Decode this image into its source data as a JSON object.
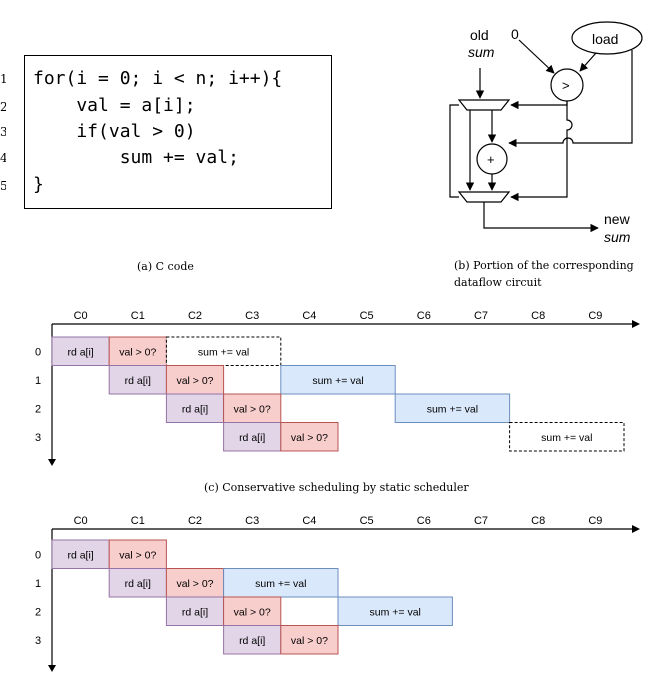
{
  "code": {
    "line_numbers": [
      "1",
      "2",
      "3",
      "4",
      "5"
    ],
    "lines": [
      "for(i = 0; i < n; i++){",
      "    val = a[i];",
      "    if(val > 0)",
      "        sum += val;",
      "}"
    ]
  },
  "captions": {
    "a": "(a) C code",
    "b_line1": "(b) Portion of the corresponding",
    "b_line2": "dataflow circuit",
    "c": "(c) Conservative scheduling by static scheduler"
  },
  "circuit": {
    "old_label": "old",
    "old_sum": "sum",
    "zero": "0",
    "load": "load",
    "compare": ">",
    "plus": "+",
    "new_label": "new",
    "new_sum": "sum"
  },
  "schedule_top": {
    "cycles": [
      "C0",
      "C1",
      "C2",
      "C3",
      "C4",
      "C5",
      "C6",
      "C7",
      "C8",
      "C9"
    ],
    "rows": [
      "0",
      "1",
      "2",
      "3"
    ],
    "ops": [
      {
        "row": 0,
        "start": 0,
        "len": 1,
        "label": "rd a[i]",
        "kind": "read"
      },
      {
        "row": 0,
        "start": 1,
        "len": 1,
        "label": "val > 0?",
        "kind": "cmp"
      },
      {
        "row": 0,
        "start": 2,
        "len": 2,
        "label": "sum += val",
        "kind": "skip"
      },
      {
        "row": 1,
        "start": 1,
        "len": 1,
        "label": "rd a[i]",
        "kind": "read"
      },
      {
        "row": 1,
        "start": 2,
        "len": 1,
        "label": "val > 0?",
        "kind": "cmp"
      },
      {
        "row": 1,
        "start": 4,
        "len": 2,
        "label": "sum += val",
        "kind": "add"
      },
      {
        "row": 2,
        "start": 2,
        "len": 1,
        "label": "rd a[i]",
        "kind": "read"
      },
      {
        "row": 2,
        "start": 3,
        "len": 1,
        "label": "val > 0?",
        "kind": "cmp"
      },
      {
        "row": 2,
        "start": 6,
        "len": 2,
        "label": "sum += val",
        "kind": "add"
      },
      {
        "row": 3,
        "start": 3,
        "len": 1,
        "label": "rd a[i]",
        "kind": "read"
      },
      {
        "row": 3,
        "start": 4,
        "len": 1,
        "label": "val > 0?",
        "kind": "cmp"
      },
      {
        "row": 3,
        "start": 8,
        "len": 2,
        "label": "sum += val",
        "kind": "skip"
      }
    ]
  },
  "schedule_bottom": {
    "cycles": [
      "C0",
      "C1",
      "C2",
      "C3",
      "C4",
      "C5",
      "C6",
      "C7",
      "C8",
      "C9"
    ],
    "rows": [
      "0",
      "1",
      "2",
      "3"
    ],
    "ops": [
      {
        "row": 0,
        "start": 0,
        "len": 1,
        "label": "rd a[i]",
        "kind": "read"
      },
      {
        "row": 0,
        "start": 1,
        "len": 1,
        "label": "val > 0?",
        "kind": "cmp"
      },
      {
        "row": 1,
        "start": 1,
        "len": 1,
        "label": "rd a[i]",
        "kind": "read"
      },
      {
        "row": 1,
        "start": 2,
        "len": 1,
        "label": "val > 0?",
        "kind": "cmp"
      },
      {
        "row": 1,
        "start": 3,
        "len": 2,
        "label": "sum += val",
        "kind": "add"
      },
      {
        "row": 2,
        "start": 2,
        "len": 1,
        "label": "rd a[i]",
        "kind": "read"
      },
      {
        "row": 2,
        "start": 3,
        "len": 1,
        "label": "val > 0?",
        "kind": "cmp"
      },
      {
        "row": 2,
        "start": 5,
        "len": 2,
        "label": "sum += val",
        "kind": "add"
      },
      {
        "row": 3,
        "start": 3,
        "len": 1,
        "label": "rd a[i]",
        "kind": "read"
      },
      {
        "row": 3,
        "start": 4,
        "len": 1,
        "label": "val > 0?",
        "kind": "cmp"
      }
    ]
  },
  "colors": {
    "read_fill": "#e1d5e7",
    "read_stroke": "#9673a6",
    "cmp_fill": "#f8cecc",
    "cmp_stroke": "#b85450",
    "add_fill": "#dae8fc",
    "add_stroke": "#6c8ebf",
    "skip_fill": "#ffffff",
    "skip_stroke": "#000000"
  }
}
